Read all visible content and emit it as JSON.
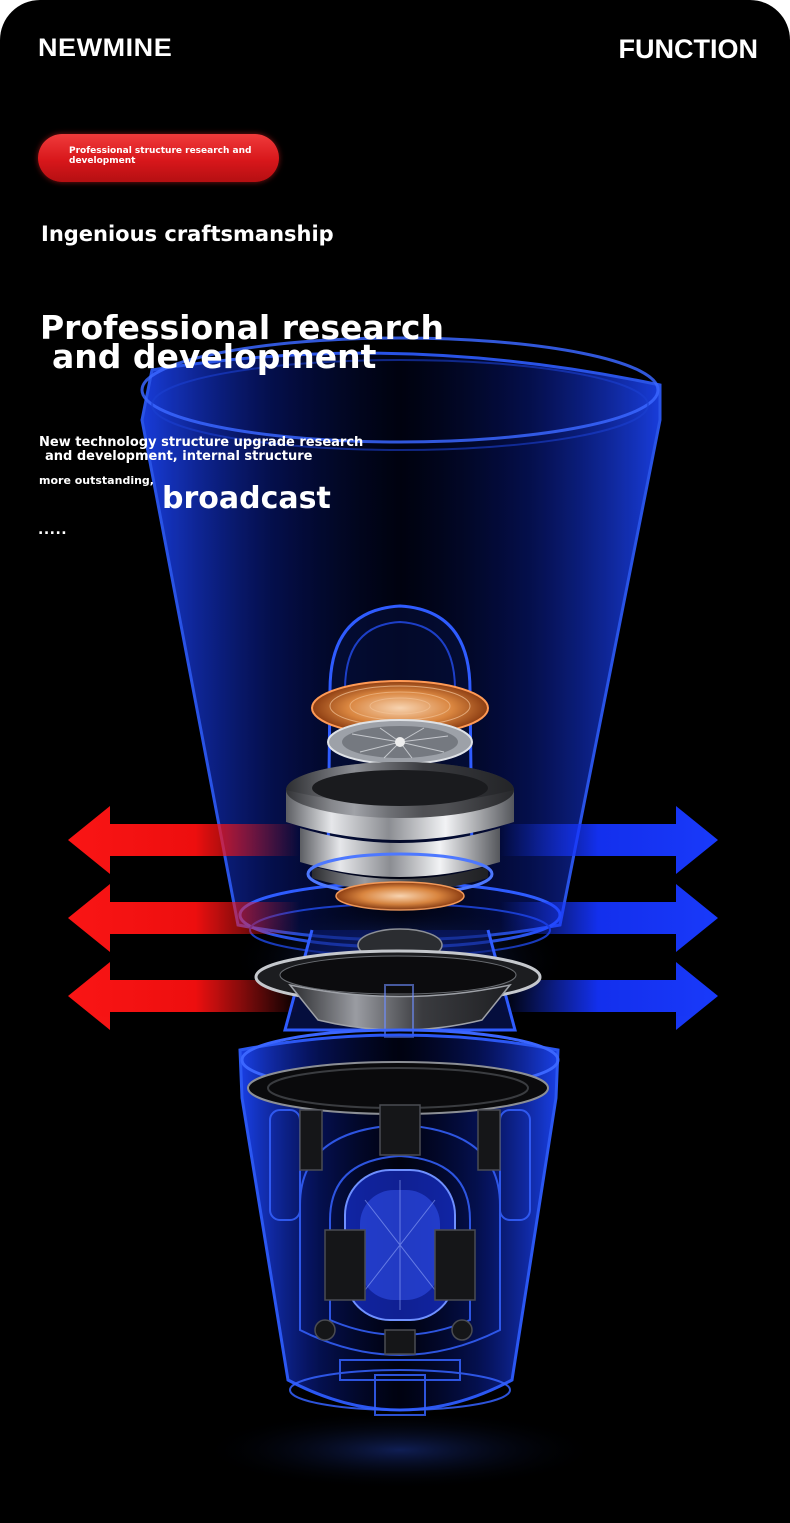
{
  "header": {
    "brand": "NEWMINE",
    "section": "FUNCTION"
  },
  "badge": {
    "label": "Professional structure research and development"
  },
  "intro": {
    "subtitle": "Ingenious craftsmanship",
    "headline_line1": "Professional research",
    "headline_line2": "and development",
    "description_line1": "New technology structure upgrade research",
    "description_line2": "and development, internal structure",
    "small_text": "more outstanding,",
    "big_word": "broadcast",
    "ellipsis": "....."
  },
  "illustration": {
    "subject": "exploded-speaker-structure",
    "left_arrows_color": "#ff1a1a",
    "right_arrows_color": "#1a3dff",
    "shell_color": "#1f4bff",
    "coil_color": "#e08a4a"
  }
}
